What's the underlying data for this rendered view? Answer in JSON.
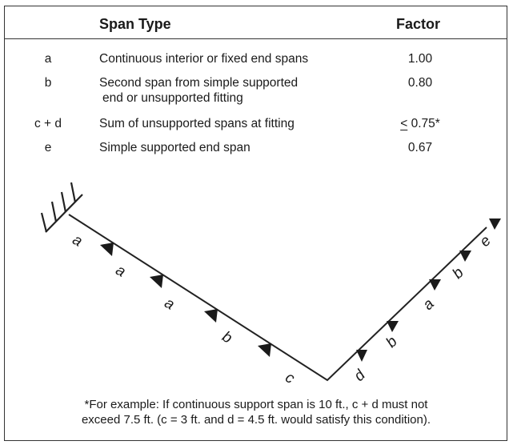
{
  "table": {
    "headers": {
      "span_type": "Span Type",
      "factor": "Factor"
    },
    "rows": [
      {
        "code": "a",
        "description": "Continuous interior or fixed end spans",
        "factor": "1.00"
      },
      {
        "code": "b",
        "description_line1": "Second span from simple supported",
        "description_line2": "end or unsupported fitting",
        "factor": "0.80"
      },
      {
        "code": "c + d",
        "description": "Sum of unsupported spans at fitting",
        "factor_symbol": "<",
        "factor_rest": " 0.75*"
      },
      {
        "code": "e",
        "description": "Simple supported end span",
        "factor": "0.67"
      }
    ]
  },
  "diagram": {
    "labels": {
      "left1": "a",
      "left2": "a",
      "left3": "a",
      "left4": "b",
      "left5": "c",
      "right1": "d",
      "right2": "b",
      "right3": "a",
      "right4": "b",
      "right5": "e"
    }
  },
  "footnote": {
    "line1": "*For example:  If continuous support span is 10 ft., c + d must not",
    "line2": "exceed 7.5 ft. (c = 3 ft. and d = 4.5 ft. would satisfy this condition)."
  }
}
